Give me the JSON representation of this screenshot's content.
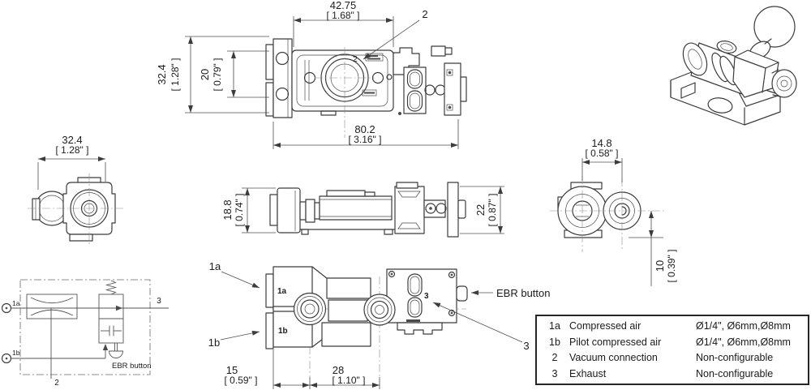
{
  "views": {
    "top_view": {
      "dims": {
        "body_width": {
          "mm": "42.75",
          "in": "[ 1.68\" ]"
        },
        "overall_length": {
          "mm": "80.2",
          "in": "[ 3.16\" ]"
        },
        "overall_height": {
          "mm": "32.4",
          "in": "[ 1.28\" ]"
        },
        "hole_spacing": {
          "mm": "20",
          "in": "[ 0.79\" ]"
        }
      },
      "callout_vacuum": "2"
    },
    "front_view": {
      "dims": {
        "width": {
          "mm": "32.4",
          "in": "[ 1.28\" ]"
        }
      }
    },
    "side_view": {
      "dims": {
        "body_height": {
          "mm": "18.8",
          "in": "[ 0.74\" ]"
        },
        "valve_height": {
          "mm": "22",
          "in": "[ 0.87\" ]"
        }
      }
    },
    "end_view": {
      "dims": {
        "port_spacing": {
          "mm": "14.8",
          "in": "[ 0.58\" ]"
        },
        "port_offset": {
          "mm": "10",
          "in": "[ 0.39\" ]"
        }
      }
    },
    "bottom_view": {
      "dims": {
        "port_offset": {
          "mm": "15",
          "in": "[ 0.59\" ]"
        },
        "port_spacing": {
          "mm": "28",
          "in": "[ 1.10\" ]"
        }
      },
      "callout_1a": "1a",
      "callout_1b": "1b",
      "callout_3": "3",
      "ebr_button_label": "EBR button"
    },
    "schematic": {
      "port_1a": "1a",
      "port_1b": "1b",
      "port_2": "2",
      "port_3": "3",
      "ebr_button_label": "EBR button"
    }
  },
  "legend_table": {
    "rows": [
      {
        "id": "1a",
        "name": "Compressed air",
        "value": "Ø1/4\", Ø6mm,Ø8mm"
      },
      {
        "id": "1b",
        "name": "Pilot compressed air",
        "value": "Ø1/4\", Ø6mm,Ø8mm"
      },
      {
        "id": "2",
        "name": "Vacuum connection",
        "value": "Non-configurable"
      },
      {
        "id": "3",
        "name": "Exhaust",
        "value": "Non-configurable"
      }
    ]
  },
  "colors": {
    "line": "#3c3c3c",
    "dimension": "#4f4f4f",
    "text": "#1c1c1c",
    "background": "#ffffff"
  }
}
